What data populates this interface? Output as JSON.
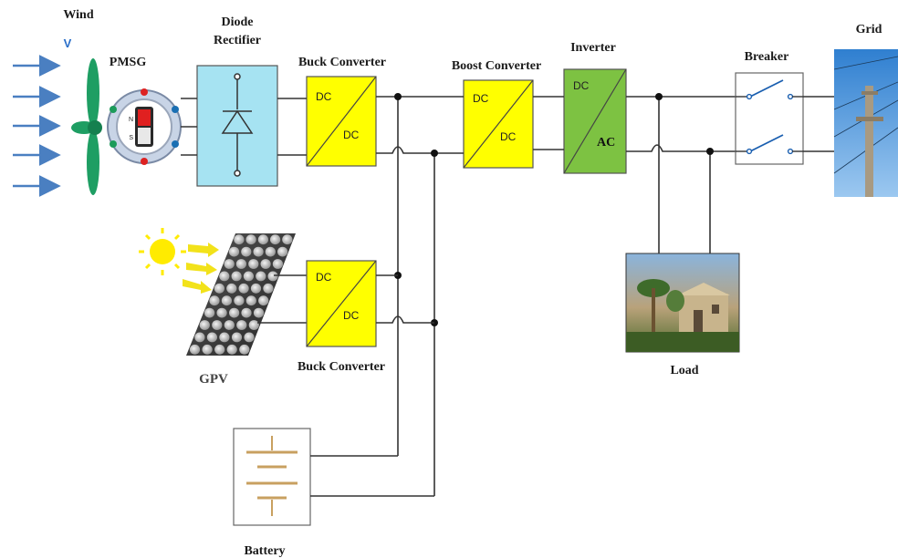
{
  "labels": {
    "wind": "Wind",
    "wind_symbol": "V",
    "pmsg": "PMSG",
    "diode_rectifier_line1": "Diode",
    "diode_rectifier_line2": "Rectifier",
    "buck_converter_top": "Buck Converter",
    "boost_converter": "Boost Converter",
    "inverter": "Inverter",
    "breaker": "Breaker",
    "grid": "Grid",
    "load": "Load",
    "gpv": "GPV",
    "buck_converter_bottom": "Buck Converter",
    "battery": "Battery"
  },
  "converter_text": {
    "buck_top_in": "DC",
    "buck_top_out": "DC",
    "boost_in": "DC",
    "boost_out": "DC",
    "inverter_in": "DC",
    "inverter_out": "AC",
    "buck_bottom_in": "DC",
    "buck_bottom_out": "DC"
  },
  "generator_poles": {
    "north": "N",
    "south": "S"
  },
  "colors": {
    "wind_arrow": "#4a7fc1",
    "turbine_blade": "#1e9e63",
    "rectifier_fill": "#a6e3f2",
    "converter_fill": "#ffff00",
    "inverter_fill": "#7dc242",
    "sun": "#ffeb00",
    "grid_sky": "#3f8fd8"
  }
}
